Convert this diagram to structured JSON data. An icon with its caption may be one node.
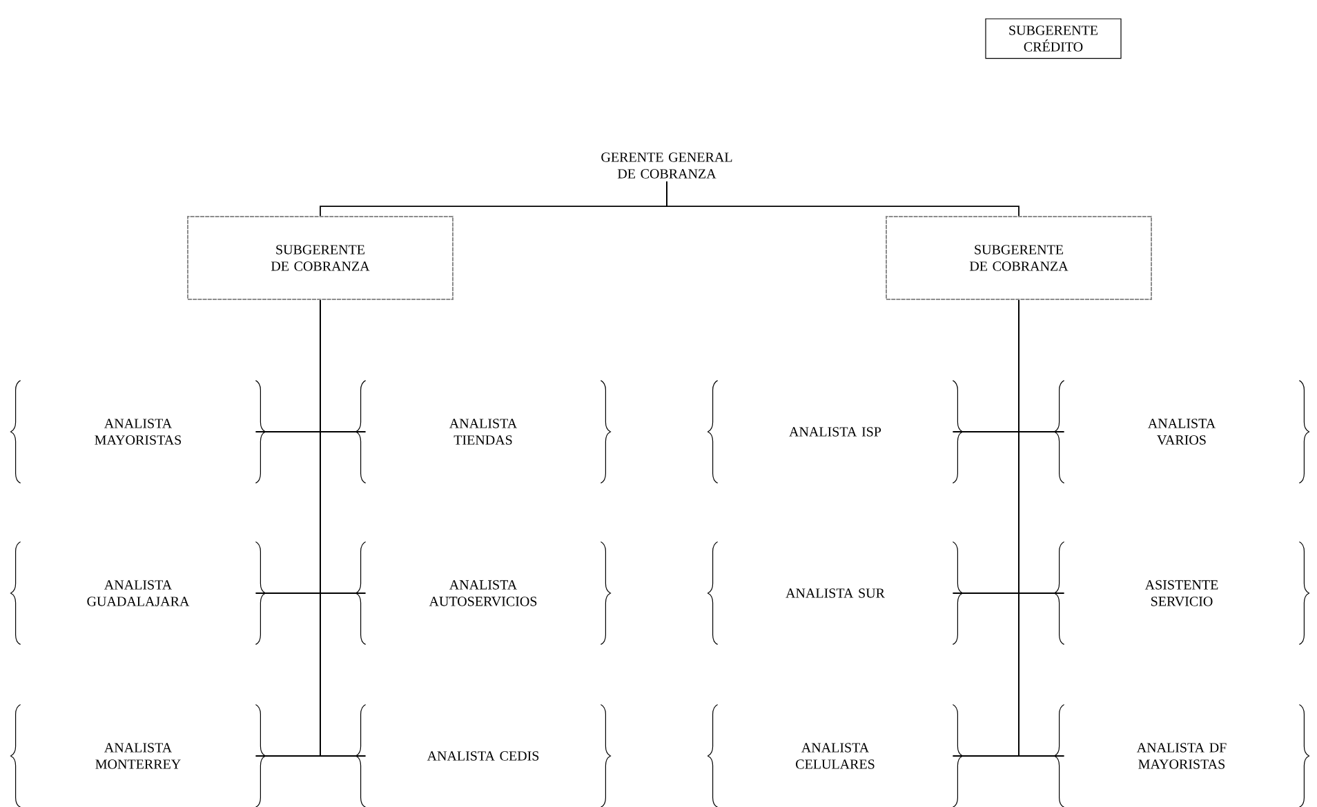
{
  "diagram": {
    "nodes": [
      {
        "text": [
          "SUBGERENTE CRÉDITO"
        ]
      },
      {
        "text": [
          "GERENTE GENERAL DE COBRANZA"
        ]
      },
      {
        "text": [
          "SUBGERENTE DE COBRANZA"
        ]
      },
      {
        "text": [
          "SUBGERENTE DE COBRANZA"
        ]
      },
      {
        "text": [
          "ANALISTA MAYORISTAS"
        ]
      },
      {
        "text": [
          "ANALISTA TIENDAS"
        ]
      },
      {
        "text": [
          "ANALISTA GUADALAJARA"
        ]
      },
      {
        "text": [
          "ANALISTA AUTOSERVICIOS"
        ]
      },
      {
        "text": [
          "ANALISTA MONTERREY"
        ]
      },
      {
        "text": [
          "ANALISTA CEDIS"
        ]
      },
      {
        "text": [
          "ANALISTA ISP"
        ]
      },
      {
        "text": [
          "ANALISTA VARIOS"
        ]
      },
      {
        "text": [
          "ANALISTA SUR"
        ]
      },
      {
        "text": [
          "ASISTENTE SERVICIO"
        ]
      },
      {
        "text": [
          "ANALISTA CELULARES"
        ]
      },
      {
        "text": [
          "ANALISTA DF MAYORISTAS"
        ]
      }
    ],
    "edges": [
      {
        "from": 1,
        "to": 2,
        "arrow": "none"
      },
      {
        "from": 1,
        "to": 3,
        "arrow": "none"
      },
      {
        "from": 2,
        "to": 4,
        "arrow": "none"
      },
      {
        "from": 2,
        "to": 5,
        "arrow": "none"
      },
      {
        "from": 2,
        "to": 6,
        "arrow": "none"
      },
      {
        "from": 2,
        "to": 7,
        "arrow": "none"
      },
      {
        "from": 2,
        "to": 8,
        "arrow": "none"
      },
      {
        "from": 2,
        "to": 9,
        "arrow": "none"
      },
      {
        "from": 3,
        "to": 10,
        "arrow": "none"
      },
      {
        "from": 3,
        "to": 11,
        "arrow": "none"
      },
      {
        "from": 3,
        "to": 12,
        "arrow": "none"
      },
      {
        "from": 3,
        "to": 13,
        "arrow": "none"
      },
      {
        "from": 3,
        "to": 14,
        "arrow": "none"
      },
      {
        "from": 3,
        "to": 15,
        "arrow": "none"
      }
    ]
  }
}
